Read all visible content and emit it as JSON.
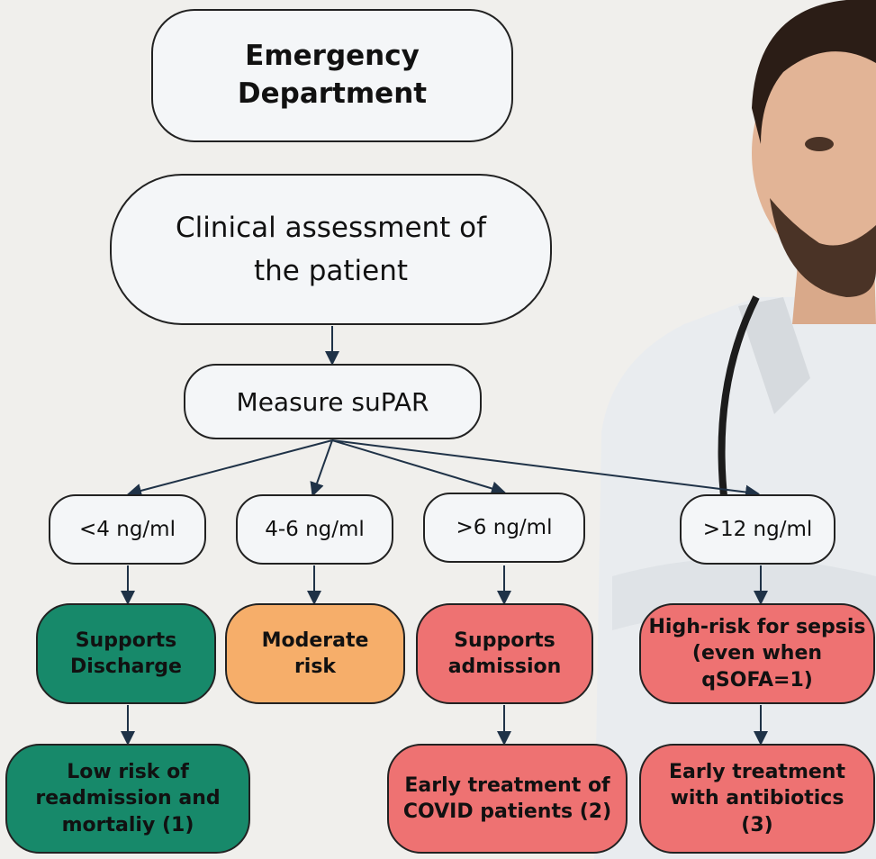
{
  "flowchart": {
    "emergency": "Emergency Department",
    "clinical": "Clinical assessment of the patient",
    "measure": "Measure suPAR",
    "ranges": [
      "<4 ng/ml",
      "4-6 ng/ml",
      ">6 ng/ml",
      ">12 ng/ml"
    ],
    "outcomes": [
      "Supports Discharge",
      "Moderate risk",
      "Supports admission",
      "High-risk for sepsis (even when qSOFA=1)"
    ],
    "followups": [
      "Low risk of readmission and mortaliy (1)",
      "Early treatment of COVID patients (2)",
      "Early treatment with antibiotics (3)"
    ]
  },
  "colors": {
    "green": "#17896a",
    "orange": "#f6ae6a",
    "red": "#ee7272",
    "box": "#f4f6f8",
    "background": "#f0efec"
  },
  "image": {
    "doctor": "doctor-photo"
  }
}
